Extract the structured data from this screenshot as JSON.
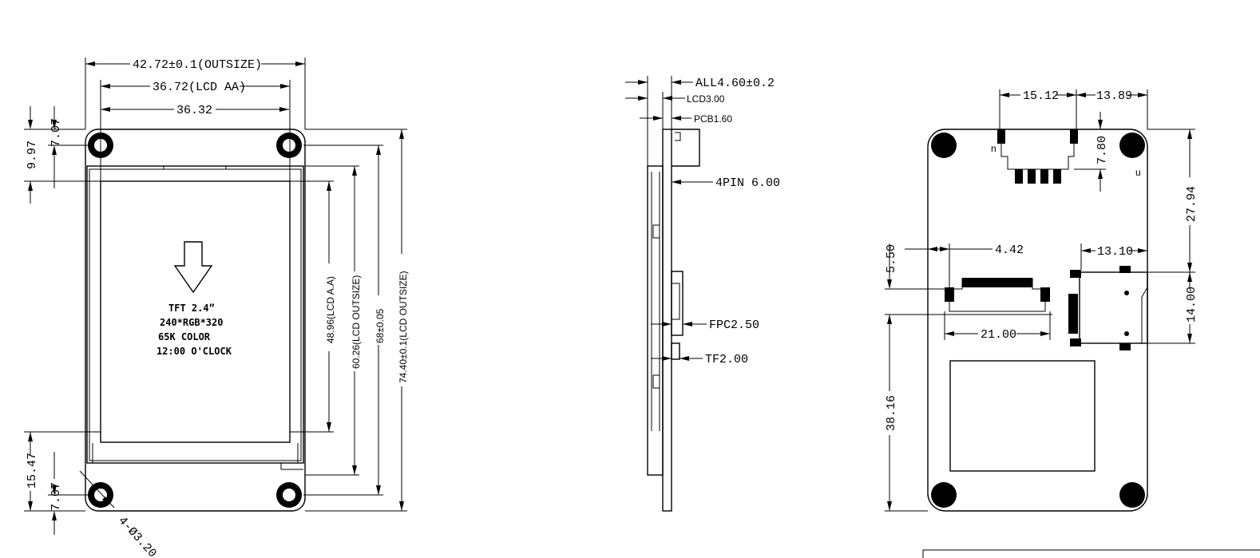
{
  "front_view": {
    "outsize_width": "42.72±0.1(OUTSIZE)",
    "lcd_aa_width": "36.72(LCD AA)",
    "hole_pitch_width": "36.32",
    "top_margin": "9.97",
    "top_hole_offset": "7.07",
    "bottom_margin": "15.47",
    "bottom_hole_offset": "7.07",
    "hole_spec": "4-Ø3.20",
    "lcd_aa_height": "48.96(LCD A.A)",
    "lcd_outsize_height": "60.26(LCD OUTSIZE)",
    "hole_pitch_height": "68±0.05",
    "outsize_height": "74.40±0.1(LCD OUTSIZE)",
    "spec_lines": [
      "TFT 2.4”",
      "240*RGB*320",
      "65K COLOR",
      "12:00 O'CLOCK"
    ]
  },
  "side_view": {
    "all_thickness": "ALL4.60±0.2",
    "lcd_thickness": "LCD3.00",
    "pcb_thickness": "PCB1.60",
    "pin_height": "4PIN 6.00",
    "fpc_thickness": "FPC2.50",
    "tf_thickness": "TF2.00"
  },
  "back_view": {
    "top_conn_left": "15.12",
    "top_conn_right": "13.89",
    "top_conn_depth": "7.80",
    "right_height_upper": "27.94",
    "fpc_offset": "4.42",
    "fpc_height": "5.50",
    "fpc_width": "21.00",
    "tf_width": "13.10",
    "tf_height": "14.00",
    "left_height": "38.16",
    "pin_mark_1": "n",
    "pin_mark_2": "u"
  }
}
